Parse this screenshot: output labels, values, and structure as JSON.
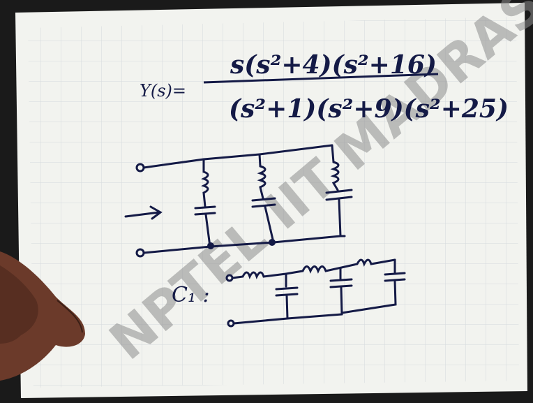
{
  "watermark": "NPTEL IIT MADRAS",
  "equation": {
    "lhs": "Y(s)=",
    "numerator": "s(s²+4)(s²+16)",
    "denominator": "(s²+1)(s²+9)(s²+25)"
  },
  "label_c1": "C₁ :",
  "colors": {
    "paper": "#f2f3ef",
    "grid": "#cfd4d9",
    "ink": "#141a46",
    "watermark": "#8e8e8e",
    "frame": "#1a1a1a",
    "hand": "#6b3a2a"
  }
}
